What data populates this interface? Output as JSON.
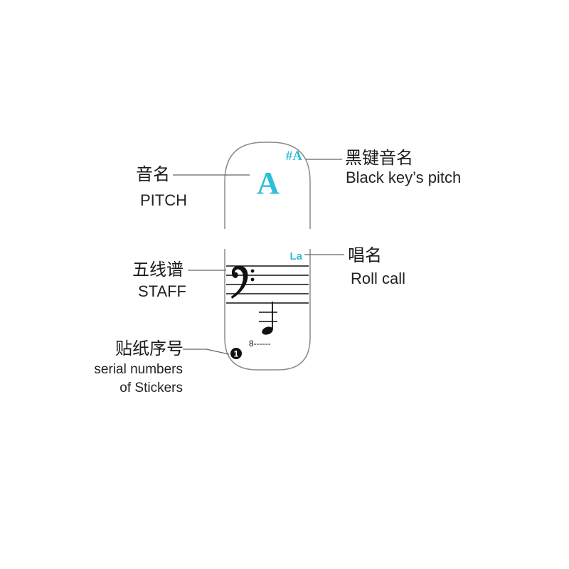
{
  "colors": {
    "accent": "#2bbfd8",
    "ink": "#111111",
    "line": "#666666"
  },
  "sticker": {
    "pitch_letter": "A",
    "black_key_pitch": "#A",
    "roll_call_syllable": "La",
    "octave_mark": "8------",
    "serial_number": "1",
    "clef_icon": "bass-clef-icon"
  },
  "labels": {
    "pitch": {
      "zh": "音名",
      "en": "PITCH"
    },
    "staff": {
      "zh": "五线谱",
      "en": "STAFF"
    },
    "serial": {
      "zh": "贴纸序号",
      "en_line1": "serial numbers",
      "en_line2": "of Stickers"
    },
    "black_key": {
      "zh": "黑键音名",
      "en": "Black key’s pitch"
    },
    "roll_call": {
      "zh": "唱名",
      "en": "Roll call"
    }
  }
}
